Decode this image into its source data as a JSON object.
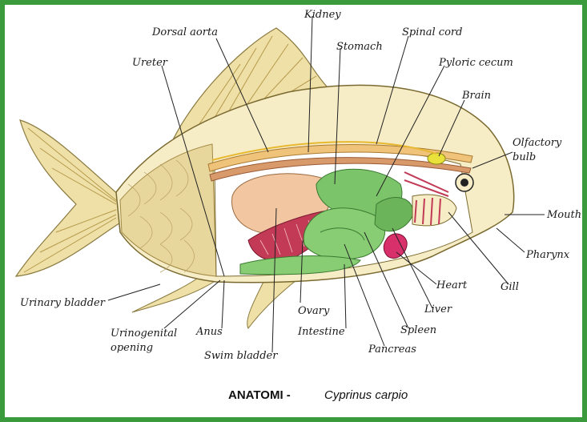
{
  "labels": {
    "dorsal_aorta": "Dorsal aorta",
    "kidney": "Kidney",
    "stomach": "Stomach",
    "spinal_cord": "Spinal cord",
    "pyloric_cecum": "Pyloric cecum",
    "ureter": "Ureter",
    "brain": "Brain",
    "olfactory_bulb_1": "Olfactory",
    "olfactory_bulb_2": "bulb",
    "mouth": "Mouth",
    "pharynx": "Pharynx",
    "gill": "Gill",
    "heart": "Heart",
    "liver": "Liver",
    "spleen": "Spleen",
    "pancreas": "Pancreas",
    "intestine": "Intestine",
    "ovary": "Ovary",
    "swim_bladder": "Swim bladder",
    "anus": "Anus",
    "urinogenital_1": "Urinogenital",
    "urinogenital_2": "opening",
    "urinary_bladder": "Urinary bladder"
  },
  "caption": {
    "title": "ANATOMI -",
    "species": "Cyprinus carpio"
  },
  "colors": {
    "frame": "#3a9a3c",
    "body": "#f3e6b0",
    "scales": "#d8c48a",
    "fin": "#e8d59a",
    "green_organ": "#7cc46a",
    "swim_bladder": "#f1c6a0",
    "kidney_red": "#c23a55",
    "heart": "#d8306a",
    "brain": "#e9e23a"
  }
}
